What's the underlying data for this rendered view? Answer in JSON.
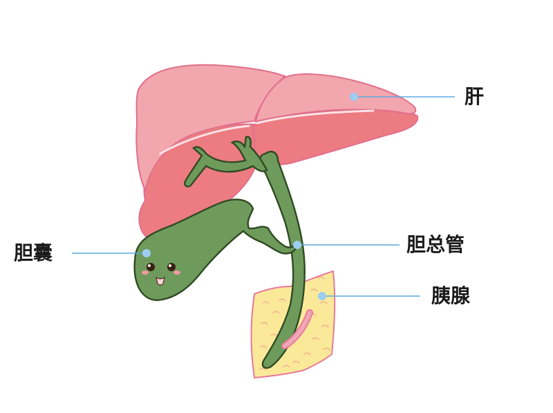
{
  "labels": {
    "liver": "肝",
    "gallbladder": "胆囊",
    "common_bile_duct": "胆总管",
    "pancreas": "胰腺"
  },
  "colors": {
    "liver_light": "#f2a6ad",
    "liver_dark": "#ec7c82",
    "liver_outline": "#e06f8c",
    "bile_green": "#6e9a5c",
    "bile_outline": "#2f4a22",
    "pancreas_fill": "#fbe99a",
    "pancreas_outline": "#e8789a",
    "leader_line": "#5aa8de",
    "label_text": "#1a1a1a"
  }
}
